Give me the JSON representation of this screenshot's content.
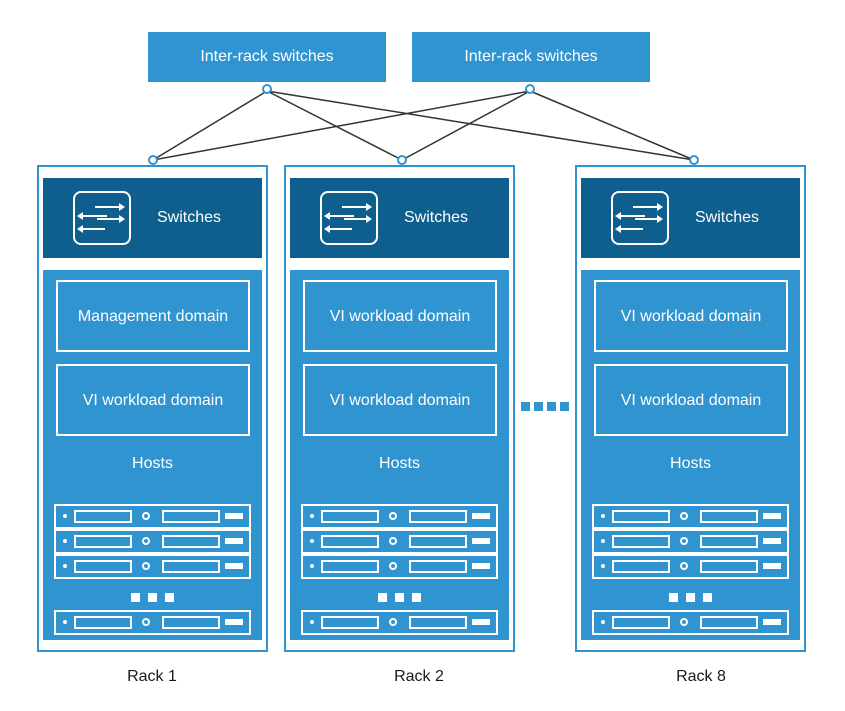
{
  "top_switches": [
    {
      "label": "Inter-rack switches"
    },
    {
      "label": "Inter-rack switches"
    }
  ],
  "racks": [
    {
      "caption": "Rack 1",
      "switch_label": "Switches",
      "domains": [
        "Management domain",
        "VI workload domain"
      ],
      "hosts_label": "Hosts"
    },
    {
      "caption": "Rack 2",
      "switch_label": "Switches",
      "domains": [
        "VI workload domain",
        "VI workload domain"
      ],
      "hosts_label": "Hosts"
    },
    {
      "caption": "Rack 8",
      "switch_label": "Switches",
      "domains": [
        "VI workload domain",
        "VI workload domain"
      ],
      "hosts_label": "Hosts"
    }
  ],
  "colors": {
    "primary_blue": "#2f94cf",
    "dark_blue": "#0f5f8e",
    "link_line": "#333333"
  },
  "icons": {
    "switch": "switch-icon",
    "host": "server-host-icon",
    "ellipsis": "ellipsis-icon"
  }
}
